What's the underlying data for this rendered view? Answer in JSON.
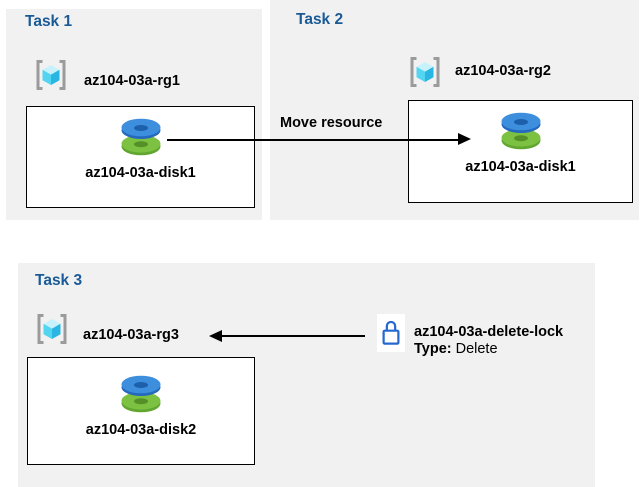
{
  "colors": {
    "panel-bg": "#F1F1F1",
    "box-bg": "#FFFFFF",
    "title-blue": "#1A5A96",
    "line-black": "#000000",
    "lock-blue": "#2468CE",
    "disk-blue-top": "#3E8EDE",
    "disk-blue-rim": "#2569BF",
    "disk-blue-hole": "#1C5FAB",
    "disk-green-top": "#7CC142",
    "disk-green-rim": "#61A72F",
    "disk-green-hole": "#549027",
    "cube-top": "#C7F2FC",
    "cube-left": "#53D4F1",
    "cube-right": "#2AB6E3",
    "bracket-gray": "#9B9B9B"
  },
  "tasks": [
    {
      "title": "Task 1",
      "resource_group": "az104-03a-rg1",
      "disk": "az104-03a-disk1"
    },
    {
      "title": "Task 2",
      "resource_group": "az104-03a-rg2",
      "disk": "az104-03a-disk1"
    },
    {
      "title": "Task 3",
      "resource_group": "az104-03a-rg3",
      "disk": "az104-03a-disk2"
    }
  ],
  "move_arrow": {
    "label": "Move resource"
  },
  "lock": {
    "name": "az104-03a-delete-lock",
    "type_label": "Type:",
    "type_value": "Delete"
  },
  "icons": {
    "resource_group": "resource-group-icon",
    "disk": "managed-disk-icon",
    "lock": "delete-lock-icon"
  }
}
